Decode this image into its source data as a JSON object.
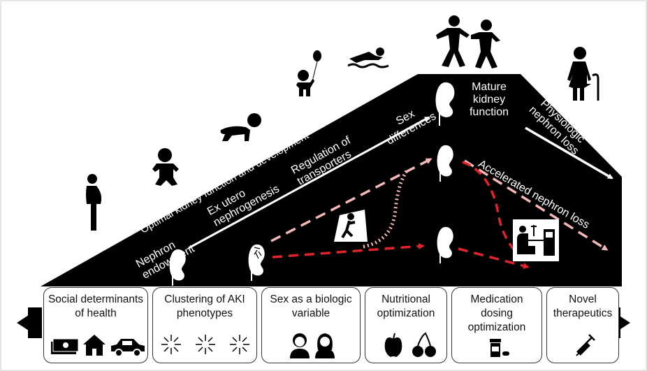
{
  "diagram": {
    "phases": {
      "nephron_endowment": "Nephron\nendowment",
      "ex_utero_nephrogenesis": "Ex utero\nnephrogenesis",
      "regulation_of_transporters": "Regulation of\ntransporters",
      "sex_differences": "Sex\ndifferences",
      "mature_kidney_function": "Mature\nkidney\nfunction",
      "physiologic_nephron_loss": "Physiologic\nnephron loss",
      "accelerated_nephron_loss": "Accelerated nephron loss",
      "optimal_kidney_function": "Optimal kidney function and development"
    },
    "life_stages": [
      "pregnancy-icon",
      "infant-icon",
      "crawling-baby-icon",
      "child-with-balloon-icon",
      "swimmer-icon",
      "dancing-adults-icon",
      "elderly-woman-icon"
    ],
    "colors": {
      "background": "#000000",
      "optimal_path": "#ffffff",
      "at_risk_path": "#f4b8b8",
      "aki_path": "#e0242b",
      "text_on_dark": "#ffffff"
    }
  },
  "interventions": [
    {
      "label": "Social determinants\nof health",
      "icons": [
        "money-icon",
        "house-icon",
        "car-icon"
      ]
    },
    {
      "label": "Clustering of AKI\nphenotypes",
      "icons": [
        "cluster-icon",
        "cluster-icon",
        "cluster-icon"
      ]
    },
    {
      "label": "Sex as a biologic\nvariable",
      "icons": [
        "boy-icon",
        "girl-icon"
      ]
    },
    {
      "label": "Nutritional\noptimization",
      "icons": [
        "apple-icon",
        "cherries-icon"
      ]
    },
    {
      "label": "Medication\ndosing\noptimization",
      "icons": [
        "pill-bottle-icon"
      ]
    },
    {
      "label": "Novel\ntherapeutics",
      "icons": [
        "syringe-icon"
      ]
    }
  ]
}
